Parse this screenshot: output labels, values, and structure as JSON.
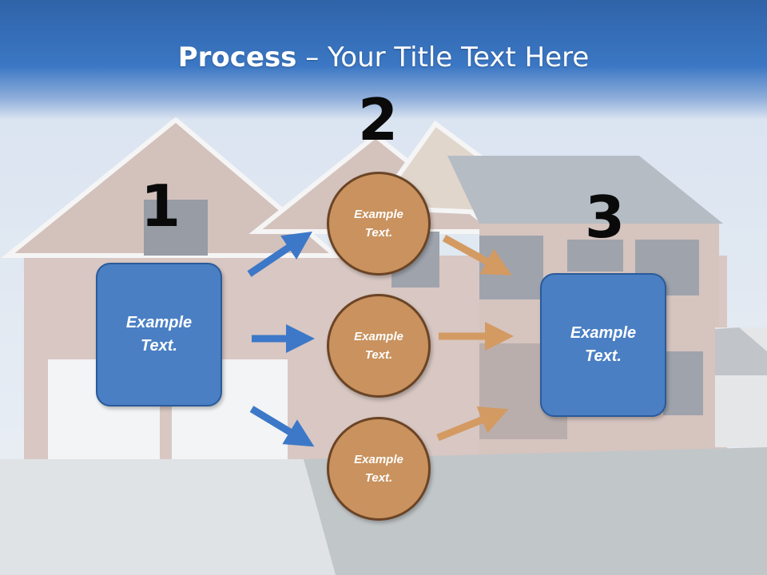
{
  "title": {
    "bold": "Process",
    "rest": " – Your Title Text Here"
  },
  "steps": {
    "one": {
      "number": "1",
      "box_text_line1": "Example",
      "box_text_line2": "Text."
    },
    "two": {
      "number": "2",
      "circles": [
        {
          "line1": "Example",
          "line2": "Text."
        },
        {
          "line1": "Example",
          "line2": "Text."
        },
        {
          "line1": "Example",
          "line2": "Text."
        }
      ]
    },
    "three": {
      "number": "3",
      "box_text_line1": "Example",
      "box_text_line2": "Text."
    }
  },
  "colors": {
    "title_band": "#3b77c4",
    "box_fill": "#4a7fc4",
    "circle_fill": "#c9925e",
    "blue_arrow": "#3d78c8",
    "tan_arrow": "#d39a62"
  },
  "icons": {
    "arrows": "arrow-icon"
  }
}
